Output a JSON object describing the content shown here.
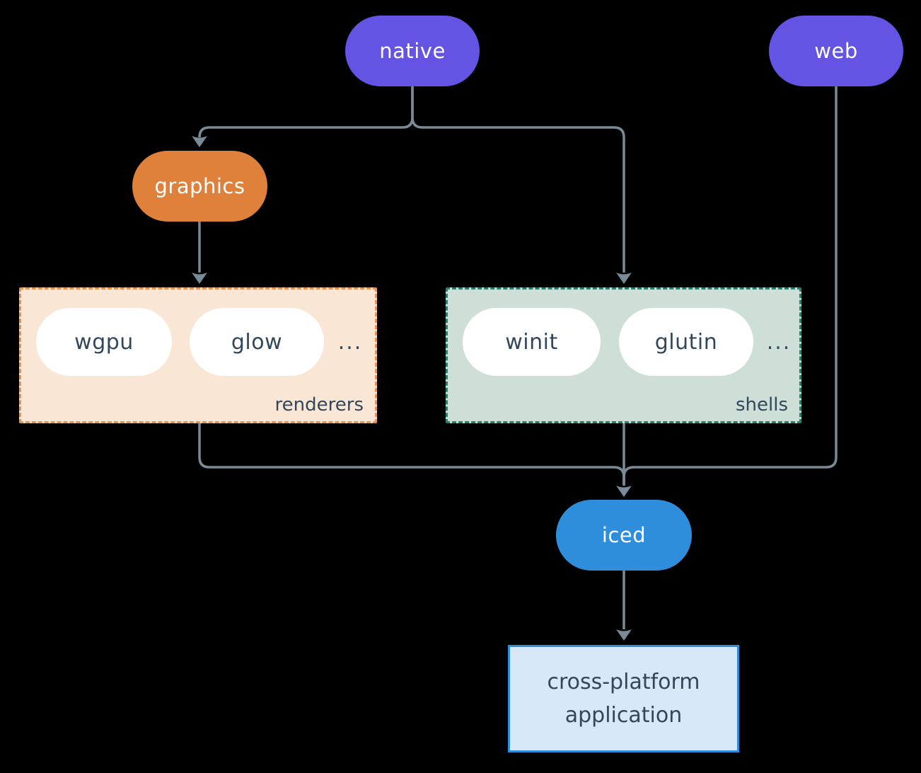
{
  "colors": {
    "background": "#000000",
    "node-purple": "#6354E4",
    "node-orange": "#E0813B",
    "node-blue": "#2E8EDC",
    "pill-white": "#FFFFFF",
    "renderers-bg": "#FAE6D5",
    "renderers-border": "#E8944E",
    "shells-bg": "#CEDFD8",
    "shells-border": "#2E7D6C",
    "app-bg": "#D7E8F9",
    "app-border": "#2E8EDC",
    "edge": "#7A8B98",
    "text-light": "#FFFFFF",
    "text-dark": "#32485A"
  },
  "diagram": {
    "top": {
      "native": "native",
      "web": "web"
    },
    "graphics": "graphics",
    "renderers_group": {
      "label": "renderers",
      "items": {
        "wgpu": "wgpu",
        "glow": "glow"
      },
      "ellipsis": "..."
    },
    "shells_group": {
      "label": "shells",
      "items": {
        "winit": "winit",
        "glutin": "glutin"
      },
      "ellipsis": "..."
    },
    "iced": "iced",
    "application": {
      "line1": "cross-platform",
      "line2": "application"
    }
  }
}
